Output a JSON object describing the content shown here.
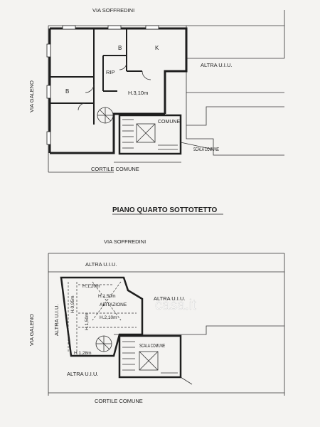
{
  "top_plan": {
    "street_top": "VIA SOFFREDINI",
    "street_left": "VIA GALENO",
    "courtyard": "CORTILE COMUNE",
    "room_b1": "B",
    "room_k": "K",
    "room_rip": "RIP",
    "room_b2": "B",
    "height": "H.3,10m",
    "other_unit": "ALTRA U.I.U.",
    "common": "COMUNE",
    "stair_common": "SCALA COMUNE"
  },
  "section_title": "PIANO QUARTO SOTTOTETTO",
  "bottom_plan": {
    "street_top": "VIA SOFFREDINI",
    "street_left": "VIA GALENO",
    "courtyard": "CORTILE COMUNE",
    "other_unit_top": "ALTRA U.I.U.",
    "other_unit_left": "ALTRA U.I.U.",
    "other_unit_right": "ALTRA U.I.U.",
    "other_unit_bottom": "ALTRA U.I.U.",
    "h_120": "H.1,20m",
    "h_095": "H.0,95m",
    "h_150a": "H.1,50m",
    "abitazione": "ABITAZIONE",
    "h_150b": "H.1,50m",
    "h_210": "H.2,10m",
    "h_128": "H.1,28m",
    "stair_common": "SCALA COMUNE"
  },
  "watermark": "casa.it"
}
